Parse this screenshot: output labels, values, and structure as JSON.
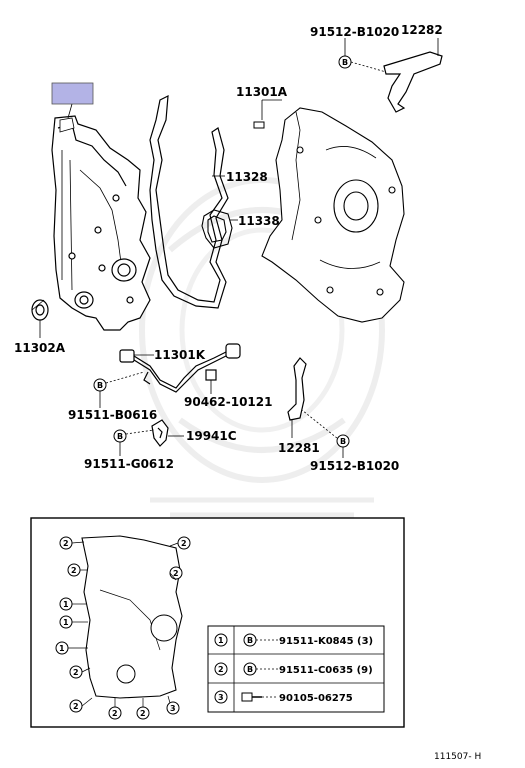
{
  "diagram": {
    "parts": {
      "p12282": "12282",
      "p91512_top": "91512-B1020",
      "p11301A": "11301A",
      "p11328": "11328",
      "p11338": "11338",
      "p11302A": "11302A",
      "p11301K": "11301K",
      "p91511_B0616": "91511-B0616",
      "p90462": "90462-10121",
      "p19941C": "19941C",
      "p91511_G0612": "91511-G0612",
      "p12281": "12281",
      "p91512_bottom": "91512-B1020"
    },
    "bolt_marker": "B",
    "inset": {
      "legend": [
        {
          "num": "1",
          "marker": "B",
          "part": "91511-K0845 (3)"
        },
        {
          "num": "2",
          "marker": "B",
          "part": "91511-C0635 (9)"
        },
        {
          "num": "3",
          "marker": "",
          "part": "90105-06275"
        }
      ]
    },
    "reference_code": "111507- H",
    "highlight_color": "#b3b3e6",
    "line_color": "#000000"
  }
}
